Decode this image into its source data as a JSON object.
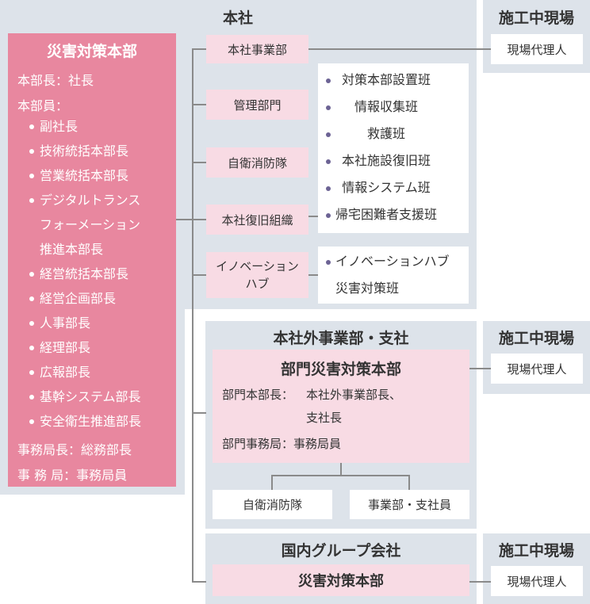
{
  "hq": {
    "title": "本社",
    "main_box": {
      "title": "災害対策本部",
      "head_line": "本部長：社長",
      "members_label": "本部員：",
      "members": [
        {
          "text": "副社長",
          "bullet": true
        },
        {
          "text": "技術統括本部長",
          "bullet": true
        },
        {
          "text": "営業統括本部長",
          "bullet": true
        },
        {
          "text": "デジタルトランス",
          "bullet": true
        },
        {
          "text": "フォーメーション",
          "bullet": false
        },
        {
          "text": "推進本部長",
          "bullet": false
        },
        {
          "text": "経営統括本部長",
          "bullet": true
        },
        {
          "text": "経営企画部長",
          "bullet": true
        },
        {
          "text": "人事部長",
          "bullet": true
        },
        {
          "text": "経理部長",
          "bullet": true
        },
        {
          "text": "広報部長",
          "bullet": true
        },
        {
          "text": "基幹システム部長",
          "bullet": true
        },
        {
          "text": "安全衛生推進部長",
          "bullet": true
        }
      ],
      "secretariat_head": "事務局長：総務部長",
      "secretariat": "事 務 局：事務局員"
    },
    "units": {
      "business_dept": "本社事業部",
      "management_dept": "管理部門",
      "fire_brigade": "自衛消防隊",
      "recovery_org": "本社復旧組織",
      "innovation_hub_1": "イノベーション",
      "innovation_hub_2": "ハブ"
    },
    "recovery_teams": [
      "対策本部設置班",
      "情報収集班",
      "救護班",
      "本社施設復旧班",
      "情報システム班",
      "帰宅困難者支援班"
    ],
    "innovation_team_1": "イノベーションハブ",
    "innovation_team_2": "災害対策班"
  },
  "site_title": "施工中現場",
  "site_agent": "現場代理人",
  "branches": {
    "title": "本社外事業部・支社",
    "hq_title": "部門災害対策本部",
    "head_label": "部門本部長：",
    "head_value_1": "本社外事業部長、",
    "head_value_2": "支社長",
    "secretariat": "部門事務局：事務局員",
    "fire_brigade": "自衛消防隊",
    "staff": "事業部・支社員"
  },
  "group": {
    "title": "国内グループ会社",
    "hq_title": "災害対策本部"
  }
}
